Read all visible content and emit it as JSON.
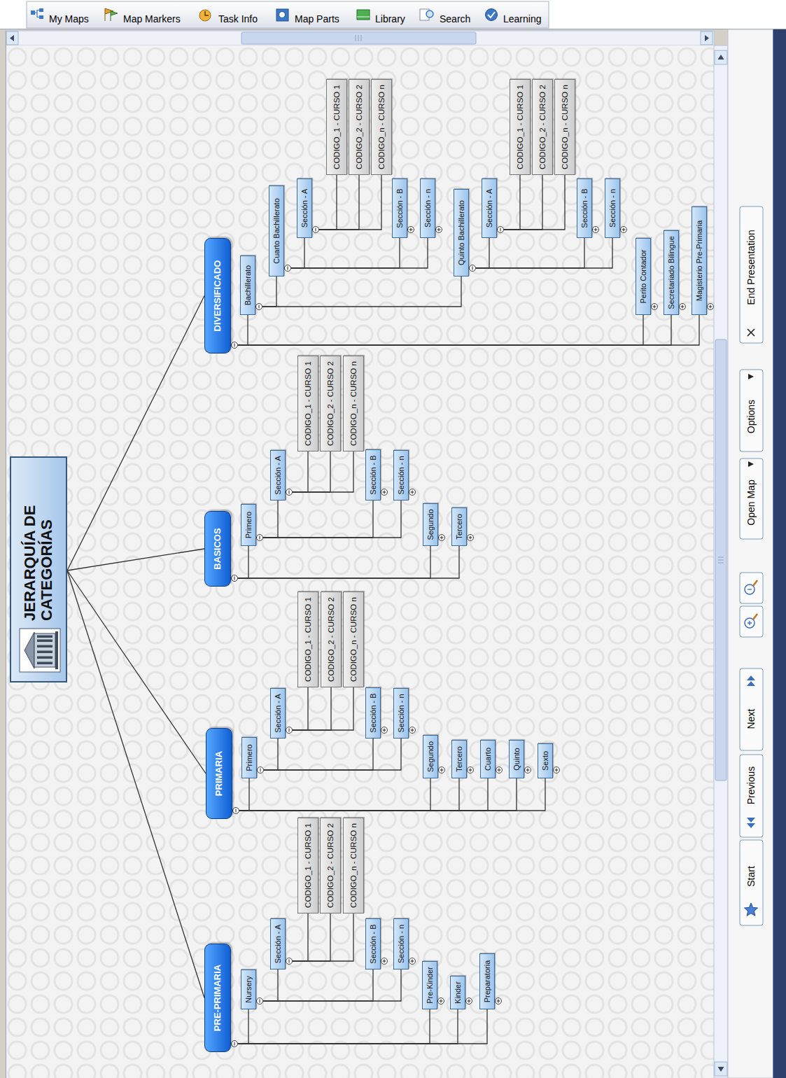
{
  "diagram": {
    "nodes": [
      {
        "text": [
          "JERARQUÍA DE CATEGORÍAS"
        ]
      },
      {
        "text": [
          "PRE-PRIMARIA"
        ]
      },
      {
        "text": [
          "Nursery"
        ]
      },
      {
        "text": [
          "Sección - A"
        ]
      },
      {
        "text": [
          "CODIGO_1 - CURSO 1"
        ]
      },
      {
        "text": [
          "CODIGO_2 - CURSO 2"
        ]
      },
      {
        "text": [
          "CODIGO_n - CURSO n"
        ]
      },
      {
        "text": [
          "Sección - B"
        ]
      },
      {
        "text": [
          "Sección - n"
        ]
      },
      {
        "text": [
          "Pre-Kinder"
        ]
      },
      {
        "text": [
          "Kinder"
        ]
      },
      {
        "text": [
          "Preparatoria"
        ]
      },
      {
        "text": [
          "PRIMARIA"
        ]
      },
      {
        "text": [
          "Primero"
        ]
      },
      {
        "text": [
          "Sección - A"
        ]
      },
      {
        "text": [
          "CODIGO_1 - CURSO 1"
        ]
      },
      {
        "text": [
          "CODIGO_2 - CURSO 2"
        ]
      },
      {
        "text": [
          "CODIGO_n - CURSO n"
        ]
      },
      {
        "text": [
          "Sección - B"
        ]
      },
      {
        "text": [
          "Sección - n"
        ]
      },
      {
        "text": [
          "Segundo"
        ]
      },
      {
        "text": [
          "Tercero"
        ]
      },
      {
        "text": [
          "Cuarto"
        ]
      },
      {
        "text": [
          "Quinto"
        ]
      },
      {
        "text": [
          "Sexto"
        ]
      },
      {
        "text": [
          "BASICOS"
        ]
      },
      {
        "text": [
          "Primero"
        ]
      },
      {
        "text": [
          "Sección - A"
        ]
      },
      {
        "text": [
          "CODIGO_1 - CURSO 1"
        ]
      },
      {
        "text": [
          "CODIGO_2 - CURSO 2"
        ]
      },
      {
        "text": [
          "CODIGO_n - CURSO n"
        ]
      },
      {
        "text": [
          "Sección - B"
        ]
      },
      {
        "text": [
          "Sección - n"
        ]
      },
      {
        "text": [
          "Segundo"
        ]
      },
      {
        "text": [
          "Tercero"
        ]
      },
      {
        "text": [
          "DIVERSIFICADO"
        ]
      },
      {
        "text": [
          "Bachillerato"
        ]
      },
      {
        "text": [
          "Cuarto Bachillerato"
        ]
      },
      {
        "text": [
          "Sección - A"
        ]
      },
      {
        "text": [
          "CODIGO_1 - CURSO 1"
        ]
      },
      {
        "text": [
          "CODIGO_2 - CURSO 2"
        ]
      },
      {
        "text": [
          "CODIGO_n - CURSO n"
        ]
      },
      {
        "text": [
          "Sección - B"
        ]
      },
      {
        "text": [
          "Sección - n"
        ]
      },
      {
        "text": [
          "Quinto Bachillerato"
        ]
      },
      {
        "text": [
          "Sección - A"
        ]
      },
      {
        "text": [
          "CODIGO_1 - CURSO 1"
        ]
      },
      {
        "text": [
          "CODIGO_2 - CURSO 2"
        ]
      },
      {
        "text": [
          "CODIGO_n - CURSO n"
        ]
      },
      {
        "text": [
          "Sección - B"
        ]
      },
      {
        "text": [
          "Sección - n"
        ]
      },
      {
        "text": [
          "Perito Contador"
        ]
      },
      {
        "text": [
          "Secretariado Bilingue"
        ]
      },
      {
        "text": [
          "Magisterio Pre-Primaria"
        ]
      }
    ],
    "edges": [
      {
        "from": 0,
        "to": 1,
        "arrow": "none"
      },
      {
        "from": 0,
        "to": 12,
        "arrow": "none"
      },
      {
        "from": 0,
        "to": 25,
        "arrow": "none"
      },
      {
        "from": 0,
        "to": 35,
        "arrow": "none"
      },
      {
        "from": 1,
        "to": 2,
        "arrow": "none"
      },
      {
        "from": 1,
        "to": 9,
        "arrow": "none"
      },
      {
        "from": 1,
        "to": 10,
        "arrow": "none"
      },
      {
        "from": 1,
        "to": 11,
        "arrow": "none"
      },
      {
        "from": 2,
        "to": 3,
        "arrow": "none"
      },
      {
        "from": 2,
        "to": 7,
        "arrow": "none"
      },
      {
        "from": 2,
        "to": 8,
        "arrow": "none"
      },
      {
        "from": 3,
        "to": 4,
        "arrow": "none"
      },
      {
        "from": 3,
        "to": 5,
        "arrow": "none"
      },
      {
        "from": 3,
        "to": 6,
        "arrow": "none"
      },
      {
        "from": 12,
        "to": 13,
        "arrow": "none"
      },
      {
        "from": 12,
        "to": 20,
        "arrow": "none"
      },
      {
        "from": 12,
        "to": 21,
        "arrow": "none"
      },
      {
        "from": 12,
        "to": 22,
        "arrow": "none"
      },
      {
        "from": 12,
        "to": 23,
        "arrow": "none"
      },
      {
        "from": 12,
        "to": 24,
        "arrow": "none"
      },
      {
        "from": 13,
        "to": 14,
        "arrow": "none"
      },
      {
        "from": 13,
        "to": 18,
        "arrow": "none"
      },
      {
        "from": 13,
        "to": 19,
        "arrow": "none"
      },
      {
        "from": 14,
        "to": 15,
        "arrow": "none"
      },
      {
        "from": 14,
        "to": 16,
        "arrow": "none"
      },
      {
        "from": 14,
        "to": 17,
        "arrow": "none"
      },
      {
        "from": 25,
        "to": 26,
        "arrow": "none"
      },
      {
        "from": 25,
        "to": 33,
        "arrow": "none"
      },
      {
        "from": 25,
        "to": 34,
        "arrow": "none"
      },
      {
        "from": 26,
        "to": 27,
        "arrow": "none"
      },
      {
        "from": 26,
        "to": 31,
        "arrow": "none"
      },
      {
        "from": 26,
        "to": 32,
        "arrow": "none"
      },
      {
        "from": 27,
        "to": 28,
        "arrow": "none"
      },
      {
        "from": 27,
        "to": 29,
        "arrow": "none"
      },
      {
        "from": 27,
        "to": 30,
        "arrow": "none"
      },
      {
        "from": 35,
        "to": 36,
        "arrow": "none"
      },
      {
        "from": 35,
        "to": 51,
        "arrow": "none"
      },
      {
        "from": 35,
        "to": 52,
        "arrow": "none"
      },
      {
        "from": 35,
        "to": 53,
        "arrow": "none"
      },
      {
        "from": 36,
        "to": 37,
        "arrow": "none"
      },
      {
        "from": 36,
        "to": 44,
        "arrow": "none"
      },
      {
        "from": 37,
        "to": 38,
        "arrow": "none"
      },
      {
        "from": 37,
        "to": 42,
        "arrow": "none"
      },
      {
        "from": 37,
        "to": 43,
        "arrow": "none"
      },
      {
        "from": 38,
        "to": 39,
        "arrow": "none"
      },
      {
        "from": 38,
        "to": 40,
        "arrow": "none"
      },
      {
        "from": 38,
        "to": 41,
        "arrow": "none"
      },
      {
        "from": 44,
        "to": 45,
        "arrow": "none"
      },
      {
        "from": 44,
        "to": 49,
        "arrow": "none"
      },
      {
        "from": 44,
        "to": 50,
        "arrow": "none"
      },
      {
        "from": 45,
        "to": 46,
        "arrow": "none"
      },
      {
        "from": 45,
        "to": 47,
        "arrow": "none"
      },
      {
        "from": 45,
        "to": 48,
        "arrow": "none"
      }
    ],
    "labels": [
      "My Maps",
      "Map Markers",
      "Task Info",
      "Map Parts",
      "Library",
      "Search",
      "Learning",
      "Start",
      "Previous",
      "Next",
      "Open Map",
      "Options",
      "End Presentation"
    ]
  }
}
